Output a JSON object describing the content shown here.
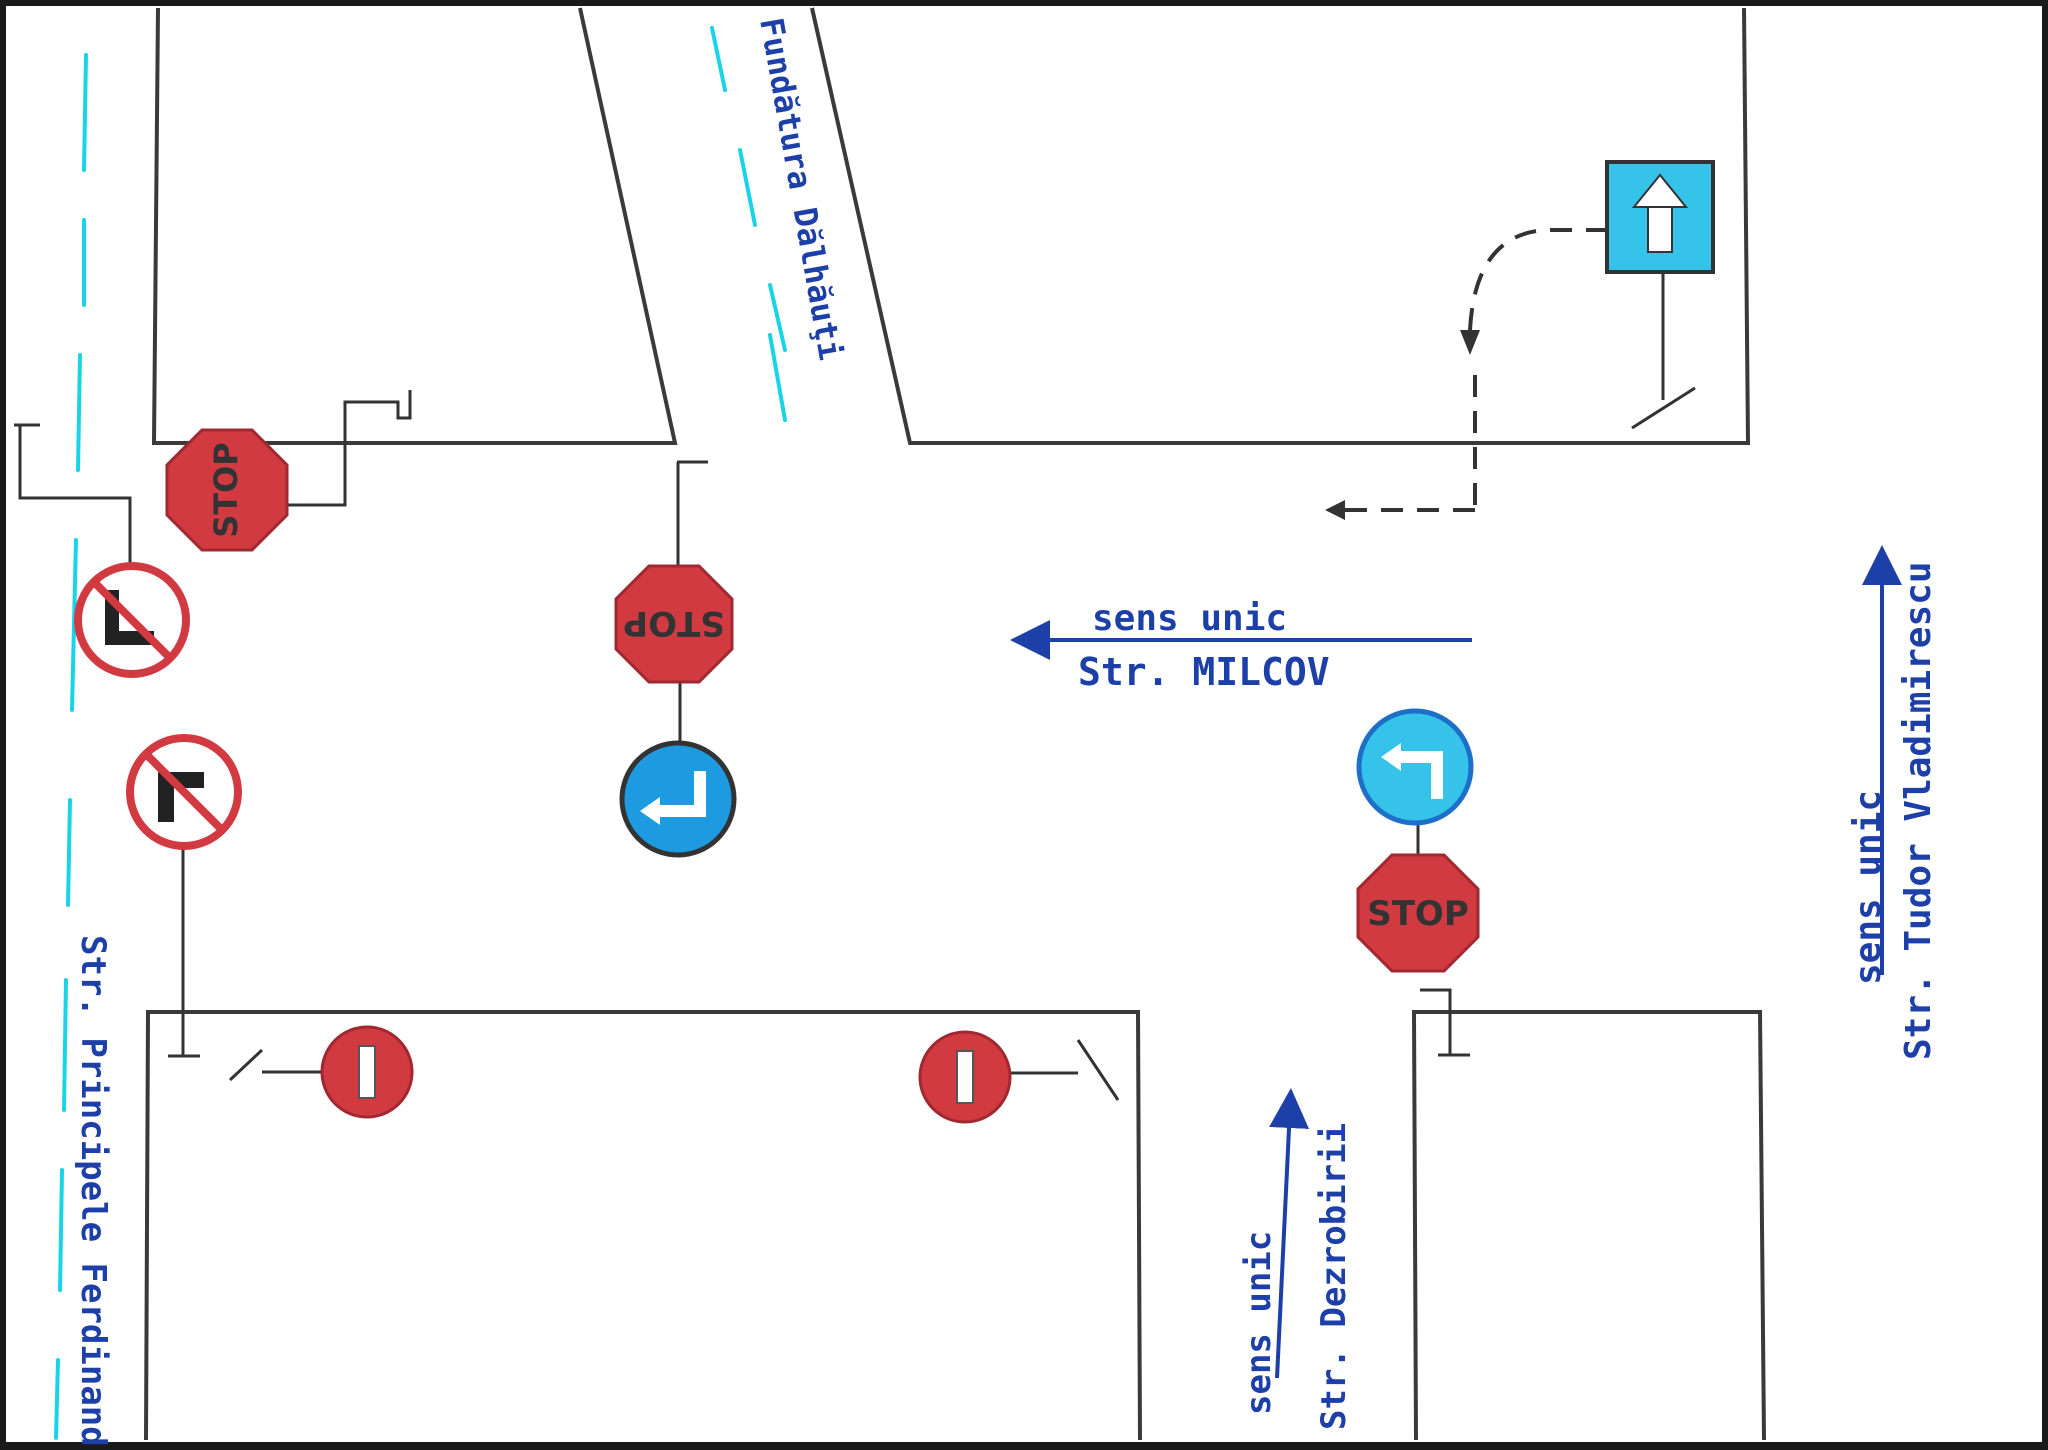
{
  "streets": {
    "fundatura": "Fundătura Dălhăuţi",
    "milcov_one_way": "sens unic",
    "milcov": "Str. MILCOV",
    "tudor_one_way": "sens unic",
    "tudor": "Str. Tudor Vladimirescu",
    "dezrobirii_one_way": "sens unic",
    "dezrobirii": "Str. Dezrobirii",
    "principele": "Str. Principele Ferdinand"
  },
  "signs": {
    "stop_text": "STOP"
  },
  "colors": {
    "paper": "#ffffff",
    "border": "#1a1a1a",
    "road_line": "#3a3a3a",
    "ink_blue": "#1c3fa8",
    "lane_cyan": "#19d4e8",
    "sign_red": "#d23a42",
    "sign_blue": "#1e9be0",
    "sign_light_blue": "#35c3ea"
  },
  "icons": [
    "stop-sign-icon",
    "no-left-turn-icon",
    "no-right-turn-icon",
    "no-entry-icon",
    "mandatory-turn-left-icon",
    "one-way-road-icon"
  ]
}
